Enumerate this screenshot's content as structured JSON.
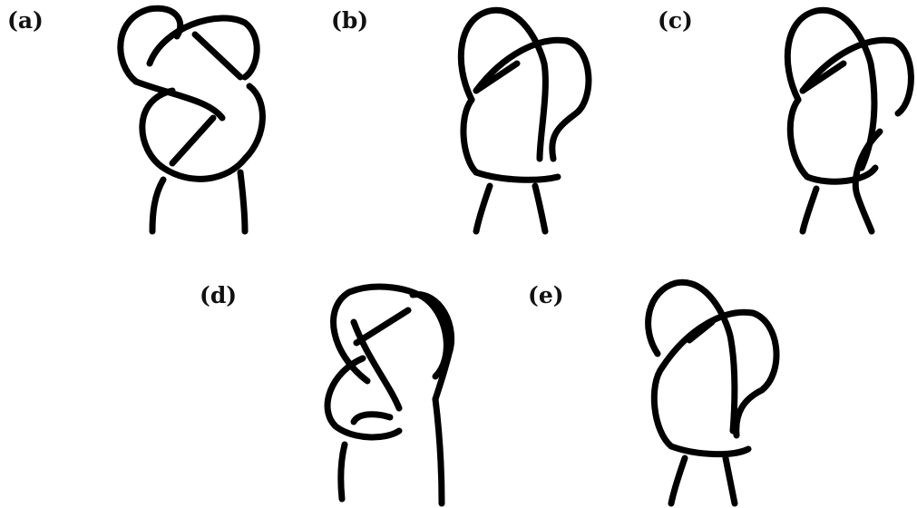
{
  "figure": {
    "panels": [
      {
        "id": "a",
        "label": "(a)",
        "icon": "knot-diagram-a"
      },
      {
        "id": "b",
        "label": "(b)",
        "icon": "knot-diagram-b"
      },
      {
        "id": "c",
        "label": "(c)",
        "icon": "knot-diagram-c"
      },
      {
        "id": "d",
        "label": "(d)",
        "icon": "knot-diagram-d"
      },
      {
        "id": "e",
        "label": "(e)",
        "icon": "knot-diagram-e"
      }
    ],
    "stroke_color": "#000000",
    "background": "#ffffff"
  }
}
